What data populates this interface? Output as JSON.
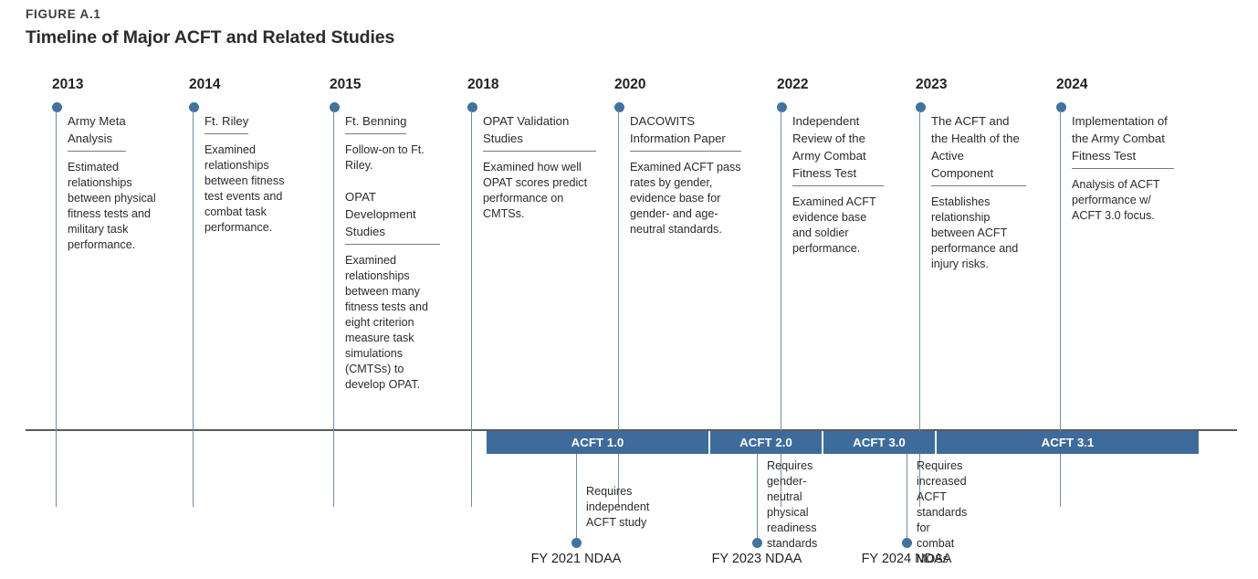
{
  "figure": {
    "label": "FIGURE A.1",
    "title": "Timeline of Major ACFT and Related Studies"
  },
  "colors": {
    "accent_blue": "#3d6c9c",
    "dot_blue": "#41739f",
    "stem_blue": "#6d8fae",
    "axis_gray": "#5a5a5a",
    "text": "#2b2b2b"
  },
  "milestones": [
    {
      "year": "2013",
      "heading": "Army Meta\nAnalysis",
      "body": "Estimated relationships between physical fitness tests and military task performance.",
      "sub_heading": "",
      "sub_body": ""
    },
    {
      "year": "2014",
      "heading": "Ft. Riley",
      "body": "Examined relationships between fitness test events and combat task performance.",
      "sub_heading": "",
      "sub_body": ""
    },
    {
      "year": "2015",
      "heading": "Ft. Benning",
      "body": "Follow-on to Ft. Riley.",
      "sub_heading": "OPAT Development Studies",
      "sub_body": "Examined relationships between many fitness tests and eight criterion measure task simulations (CMTSs) to develop OPAT."
    },
    {
      "year": "2018",
      "heading": "OPAT Validation Studies",
      "body": "Examined how well OPAT scores predict performance on CMTSs.",
      "sub_heading": "",
      "sub_body": ""
    },
    {
      "year": "2020",
      "heading": "DACOWITS Information Paper",
      "body": "Examined ACFT pass rates by gender, evidence base for gender- and age-neutral standards.",
      "sub_heading": "",
      "sub_body": ""
    },
    {
      "year": "2022",
      "heading": "Independent Review of the Army Combat Fitness Test",
      "body": "Examined ACFT evidence base and soldier performance.",
      "sub_heading": "",
      "sub_body": ""
    },
    {
      "year": "2023",
      "heading": "The ACFT and the Health of the Active Component",
      "body": "Establishes relationship between ACFT performance and injury risks.",
      "sub_heading": "",
      "sub_body": ""
    },
    {
      "year": "2024",
      "heading": "Implementation of the Army Combat Fitness Test",
      "body": "Analysis of ACFT performance w/ ACFT 3.0 focus.",
      "sub_heading": "",
      "sub_body": ""
    }
  ],
  "version_bar": [
    {
      "label": "ACFT 1.0"
    },
    {
      "label": "ACFT 2.0"
    },
    {
      "label": "ACFT 3.0"
    },
    {
      "label": "ACFT 3.1"
    }
  ],
  "ndaa_markers": [
    {
      "label": "FY 2021 NDAA",
      "note": "Requires\nindependent\nACFT study"
    },
    {
      "label": "FY 2023 NDAA",
      "note": "Requires\ngender-neutral\nphysical\nreadiness\nstandards"
    },
    {
      "label": "FY 2024 NDAA",
      "note": "Requires\nincreased ACFT\nstandards for\ncombat MOSs"
    }
  ]
}
